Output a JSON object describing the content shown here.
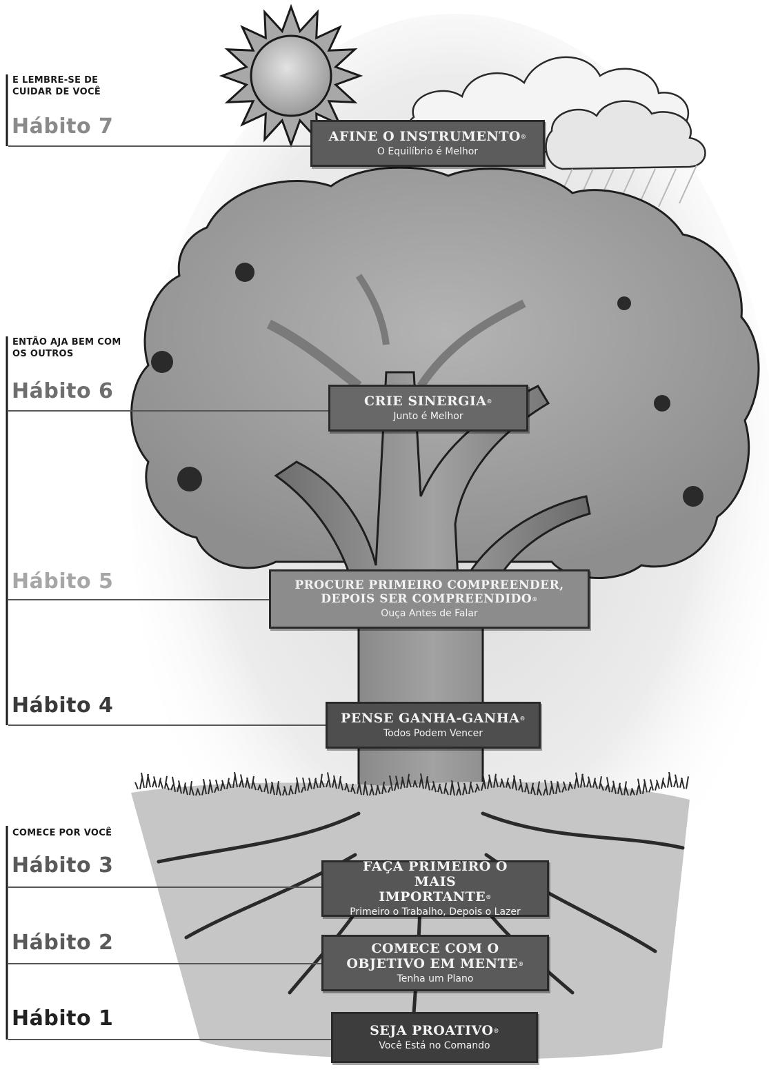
{
  "groups": {
    "renewal": "E LEMBRE-SE DE CUIDAR DE VOCÊ",
    "public": "ENTÃO AJA BEM COM OS OUTROS",
    "private": "COMECE POR VOCÊ"
  },
  "habits": [
    {
      "label": "Hábito 1",
      "title": "SEJA PROATIVO",
      "subtitle": "Você Está no Comando",
      "color": "#3d3d3d"
    },
    {
      "label": "Hábito 2",
      "title": "COMECE COM O OBJETIVO EM MENTE",
      "subtitle": "Tenha um Plano",
      "color": "#5a5a5a"
    },
    {
      "label": "Hábito 3",
      "title": "FAÇA PRIMEIRO O MAIS IMPORTANTE",
      "subtitle": "Primeiro o Trabalho, Depois o Lazer",
      "color": "#565656"
    },
    {
      "label": "Hábito 4",
      "title": "PENSE GANHA-GANHA",
      "subtitle": "Todos Podem Vencer",
      "color": "#4e4e4e"
    },
    {
      "label": "Hábito 5",
      "title": "PROCURE PRIMEIRO COMPREENDER, DEPOIS SER COMPREENDIDO",
      "subtitle": "Ouça Antes de Falar",
      "color": "#8c8c8c"
    },
    {
      "label": "Hábito 6",
      "title": "CRIE SINERGIA",
      "subtitle": "Junto é Melhor",
      "color": "#686868"
    },
    {
      "label": "Hábito 7",
      "title": "AFINE O INSTRUMENTO",
      "subtitle": "O Equilíbrio é Melhor",
      "color": "#5c5c5c"
    }
  ],
  "trademark": "®"
}
